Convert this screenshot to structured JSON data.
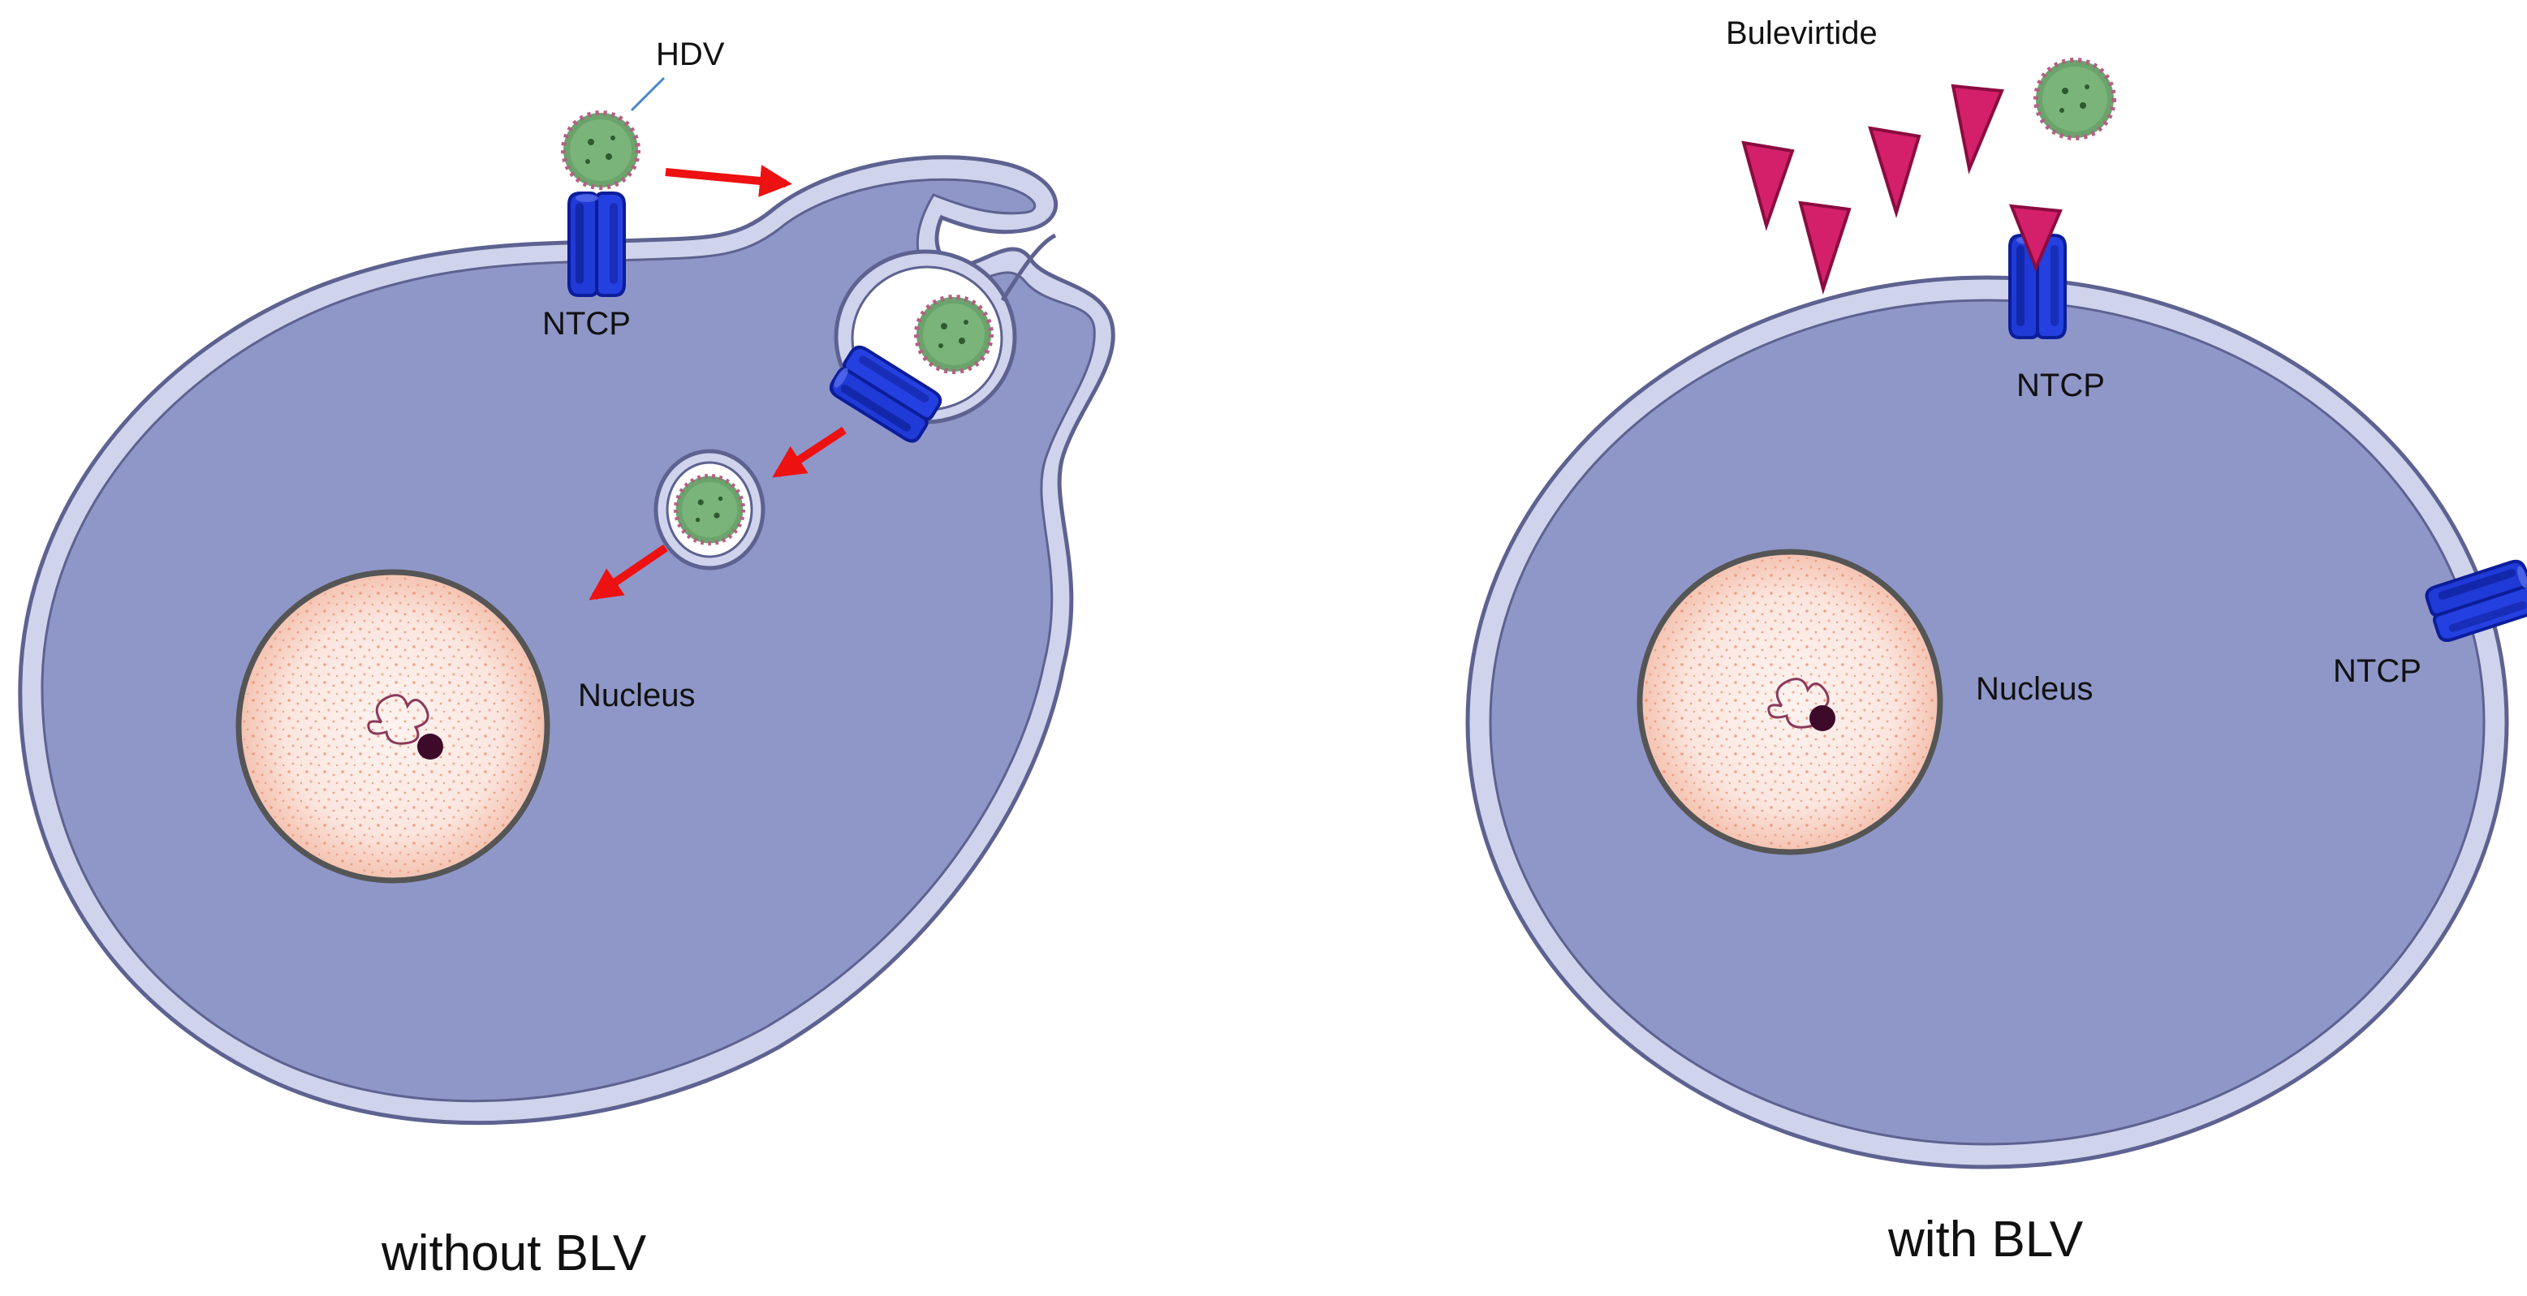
{
  "left_panel": {
    "virus_label": "HDV",
    "receptor_label": "NTCP",
    "nucleus_label": "Nucleus",
    "caption": "without BLV"
  },
  "right_panel": {
    "drug_label": "Bulevirtide",
    "receptor_top_label": "NTCP",
    "receptor_side_label": "NTCP",
    "nucleus_label": "Nucleus",
    "caption": "with BLV"
  },
  "colors": {
    "cytoplasm": "#8f97c8",
    "membrane": "#cfd3ec",
    "membrane_outline": "#5d6290",
    "receptor": "#1f3ad6",
    "receptor_dark": "#0c1d9a",
    "virus": "#6aa36b",
    "virus_spike": "#b45f84",
    "drug": "#d4206a",
    "arrow": "#ee1111",
    "nucleus_fill": "#fbe9e4",
    "nucleus_dots": "#e98a6a",
    "nucleolus": "#3e0a2a"
  },
  "icons": {
    "virus": "hdv-virion-icon",
    "receptor": "ntcp-transporter-icon",
    "drug": "bulevirtide-triangle-icon"
  }
}
